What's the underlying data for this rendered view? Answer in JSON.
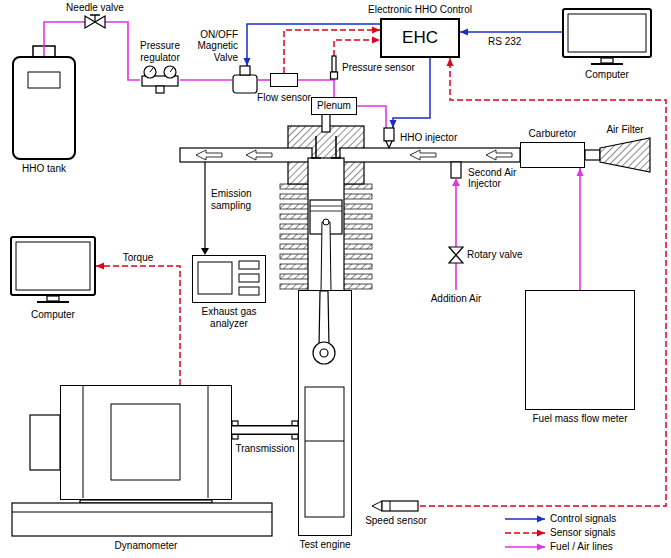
{
  "diagram": {
    "nodes": [
      {
        "text": [
          "HHO tank"
        ]
      },
      {
        "text": [
          "Pressure regulator"
        ]
      },
      {
        "text": [
          "ON/OFF Magnetic Valve"
        ]
      },
      {
        "text": [
          "Flow sensor"
        ]
      },
      {
        "text": [
          "Pressure sensor"
        ]
      },
      {
        "text": [
          "Plenum"
        ]
      },
      {
        "text": [
          "Electronic HHO Control",
          "EHC"
        ]
      },
      {
        "text": [
          "Computer"
        ]
      },
      {
        "text": [
          "HHO injector"
        ]
      },
      {
        "text": [
          "Carburetor"
        ]
      },
      {
        "text": [
          "Air Filter"
        ]
      },
      {
        "text": [
          "Second Air Injector"
        ]
      },
      {
        "text": [
          "Exhaust gas analyzer"
        ]
      },
      {
        "text": [
          "Computer"
        ]
      },
      {
        "text": [
          "Fuel mass flow meter"
        ]
      },
      {
        "text": [
          "Dynamometer"
        ]
      },
      {
        "text": [
          "Test engine"
        ]
      },
      {
        "text": [
          "Speed sensor"
        ]
      }
    ],
    "edges": [
      {
        "from": 0,
        "to": 1,
        "arrow": "none"
      },
      {
        "from": 1,
        "to": 2,
        "arrow": "none"
      },
      {
        "from": 2,
        "to": 3,
        "arrow": "none"
      },
      {
        "from": 3,
        "to": 5,
        "arrow": "none"
      },
      {
        "from": 5,
        "to": 8,
        "arrow": "none"
      },
      {
        "from": 6,
        "to": 2,
        "arrow": "to"
      },
      {
        "from": 3,
        "to": 6,
        "arrow": "to"
      },
      {
        "from": 4,
        "to": 6,
        "arrow": "to"
      },
      {
        "from": 7,
        "to": 6,
        "label": "RS 232",
        "arrow": "to"
      },
      {
        "from": 6,
        "to": 8,
        "arrow": "to"
      },
      {
        "from": 17,
        "to": 6,
        "arrow": "to"
      },
      {
        "from": 14,
        "to": 9,
        "arrow": "to"
      },
      {
        "from": 15,
        "to": 13,
        "label": "Torque",
        "arrow": "to"
      },
      {
        "from": 15,
        "to": 16,
        "label": "Transmission",
        "arrow": "none"
      }
    ],
    "labels": [
      "Needle valve",
      "Emission sampling",
      "Rotary valve",
      "Addition Air"
    ],
    "legend": [
      {
        "text": "Control signals"
      },
      {
        "text": "Sensor signals"
      },
      {
        "text": "Fuel / Air lines"
      }
    ]
  }
}
